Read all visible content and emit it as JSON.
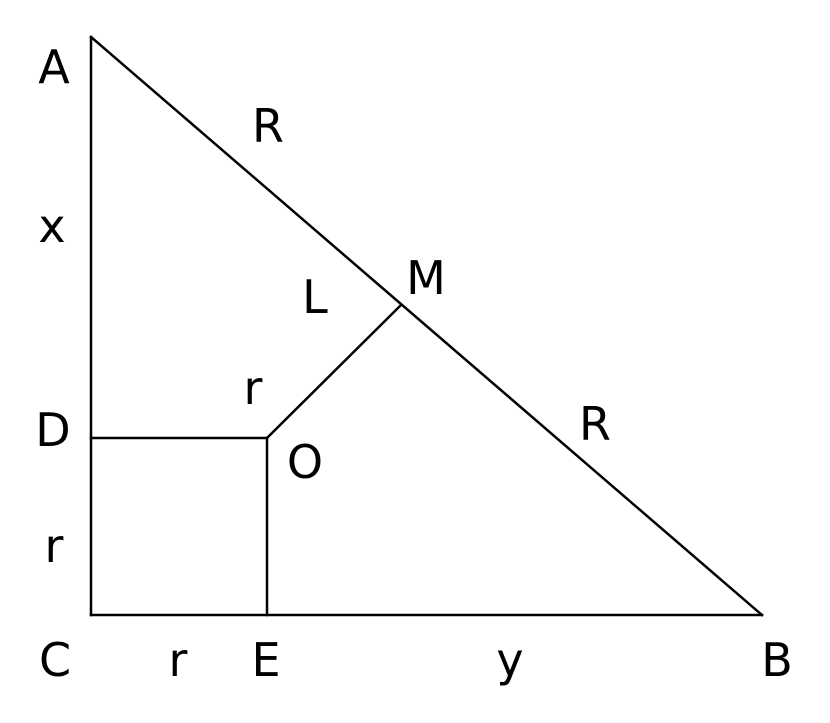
{
  "diagram": {
    "vertices": {
      "A": "A",
      "B": "B",
      "C": "C",
      "D": "D",
      "E": "E",
      "M": "M",
      "O": "O"
    },
    "segment_labels": {
      "AM": "R",
      "MB": "R",
      "AD": "x",
      "DC": "r",
      "CE": "r",
      "EB": "y",
      "OM_upper": "L",
      "OM_lower": "r"
    }
  }
}
